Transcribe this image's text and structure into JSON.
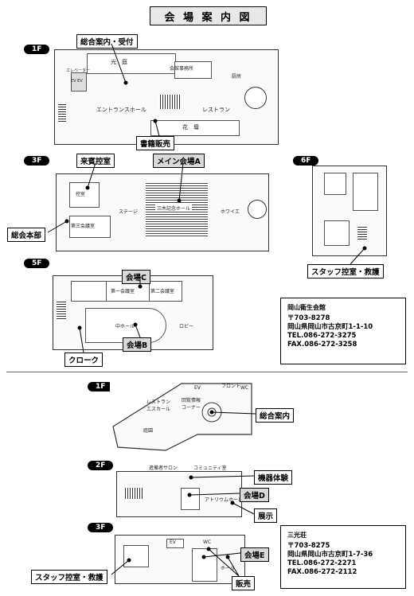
{
  "title": "会 場 案 内 図",
  "venue1": {
    "floors": {
      "f1": "1F",
      "f3": "3F",
      "f6": "6F",
      "f5": "5F"
    },
    "callouts": {
      "reception": "総合案内・受付",
      "book_sales": "書籍販売",
      "vip_room": "来賓控室",
      "main_hall": "メイン会場A",
      "hq": "総会本部",
      "staff_room": "スタッフ控室・救護",
      "hall_c": "会場C",
      "hall_b": "会場B",
      "cloak": "クローク"
    },
    "plan_labels": {
      "light_court": "光　庭",
      "office": "会館事務所",
      "entrance_hall": "エントランスホール",
      "restaurant": "レストラン",
      "kitchen": "厨房",
      "flower_bed": "花　壇",
      "ev": "EV EV",
      "elevator_hall": "エレベーター",
      "waiting": "控室",
      "third_meeting": "第三会議室",
      "stage": "ステージ",
      "memorial_hall": "三木記念ホール",
      "foyer": "ホワイエ",
      "meeting_room_1": "第一会議室",
      "meeting_room_2": "第二会議室",
      "middle_hall": "中ホール",
      "lobby": "ロビー"
    },
    "info": {
      "org": "岡山衛生会館",
      "lines": [
        "〒703-8278",
        "岡山県岡山市古京町1-1-10",
        "TEL.086-272-3275",
        "FAX.086-272-3258"
      ]
    }
  },
  "venue2": {
    "floors": {
      "f1": "1F",
      "f2": "2F",
      "f3": "3F"
    },
    "callouts": {
      "reception": "総合案内",
      "equipment": "機器体験",
      "hall_d": "会場D",
      "display": "展示",
      "hall_e": "会場E",
      "staff_room": "スタッフ控室・救護",
      "sales": "販売"
    },
    "plan_labels": {
      "restaurant": "レストラン\nエスカール",
      "info_corner": "回覧情報\nコーナー",
      "front": "フロント",
      "ev": "EV",
      "wc": "WC",
      "salon": "進備者サロン",
      "community": "コミュニティ室",
      "atrium": "アトリウムホール",
      "hall_main": "ホール",
      "garden": "庭園"
    },
    "info": {
      "org": "三光荘",
      "lines": [
        "〒703-8275",
        "岡山県岡山市古京町1-7-36",
        "TEL.086-272-2271",
        "FAX.086-272-2112"
      ]
    }
  }
}
